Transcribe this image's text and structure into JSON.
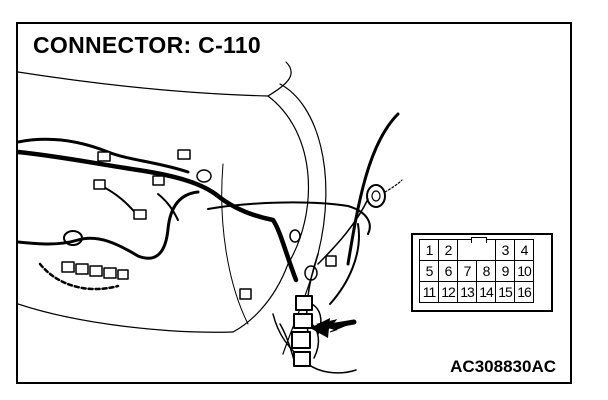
{
  "title": "CONNECTOR: C-110",
  "figure_code": "AC308830AC",
  "connector_pins": {
    "row1": [
      "1",
      "2",
      "",
      "",
      "3",
      "4"
    ],
    "row2": [
      "5",
      "6",
      "7",
      "8",
      "9",
      "10"
    ],
    "row3": [
      "11",
      "12",
      "13",
      "14",
      "15",
      "16"
    ]
  }
}
